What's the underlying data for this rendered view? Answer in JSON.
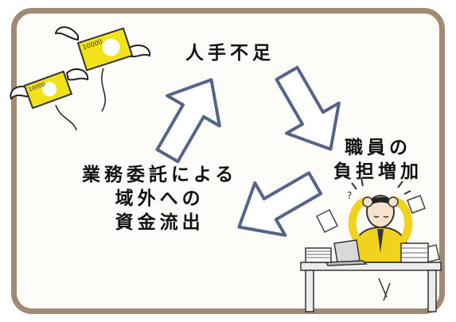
{
  "labels": {
    "top": "人手不足",
    "right_line1": "職員の",
    "right_line2": "負担増加",
    "left_line1": "業務委託による",
    "left_line2": "域外への",
    "left_line3": "資金流出"
  },
  "banknotes": {
    "note1_text": "10000",
    "note2_text": "10000"
  },
  "colors": {
    "frame": "#a08a74",
    "arrow_stroke": "#56648a",
    "banknote": "#f2e21a",
    "shirt": "#f1d21c"
  },
  "icons": [
    "cycle-arrow-icon",
    "flying-money-icon",
    "stressed-worker-icon"
  ]
}
